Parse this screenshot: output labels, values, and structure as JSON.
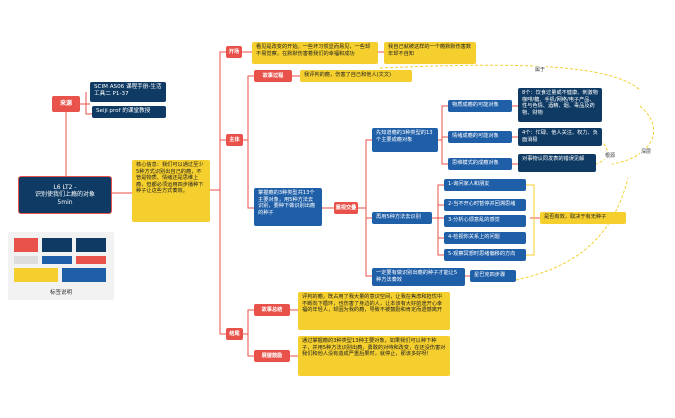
{
  "root": {
    "line1": "L6 LT2 -",
    "line2": "识别使我们上瘾的对象",
    "line3": "5min"
  },
  "source": {
    "label": "来源",
    "item1": "SCIM AS06 课程手册-生活工具二 P1-37",
    "item2": "Seiji prof 的课堂教授"
  },
  "core_message": "核心信息：我们可以通过至少5种方式识别出自己的瘾，不管是物质、情绪还是思维上瘾，但都必须运用四步播种下种子让这些方式奏效。",
  "thumbnail_caption": "标签说明",
  "opening": {
    "label": "开场",
    "text1": "看见是改变的开始。一些坏习惯显而易见，一些却不易觉察，在默默伤害着我们的幸福和成功",
    "text2": "我自己就被这样的一个瘾默默伤害数年却不自知"
  },
  "main": {
    "label": "主体",
    "story_label": "故事过程",
    "story_text": "我评判的瘾，伤害了自己和他人(文文)",
    "belongs_label": "属于",
    "summary": "掌握瘾的3种类型共13个主要对象，用5种方法去识别，要种下做识别出瘾的种子",
    "focus_label": "重视交叠",
    "learn3": "先知道瘾的3种类型的13个主要成瘾对象",
    "substance": "物质成瘾的可能对象",
    "substance_detail": "8个：饮食过量或不健康、刺激物 咖啡/糖、手机/网络/电子产品、性与色情、酒精、烟、毒品及药物、财物",
    "emotion": "情绪成瘾的可能对象",
    "emotion_detail": "4个：忙碌、他人关注、权力、负面消极",
    "thinking": "思维模式的成瘾对象",
    "thinking_detail": "对事物认同发表的错误见解",
    "deep_label": "深层",
    "root_label": "根源",
    "use5": "再用5种方法去识别",
    "methods": [
      "1-询问家人和朋友",
      "2-当不开心时暂停并回溯思绪",
      "3-分析心烦意乱的感觉",
      "4-检视你关系上的问题",
      "5-观察冥想时思绪偏移的方向"
    ],
    "plant_text": "一定要有做识别出瘾的种子才能让5种方法奏效",
    "four_steps": "星巴克四步骤",
    "effect": "是否有效，取决于有无种子"
  },
  "conclusion": {
    "label": "结尾",
    "story_summary_label": "故事总结",
    "story_summary": "评判的瘾，既占用了我大量的意识空间，让我在焦虑和担忧中不断向下循环，也伤害了身边的人，让本该有大好前途开心幸福的年轻人，却因为我的瘾，导致不被鼓励和肯定而遗憾离开",
    "encourage_label": "展望鼓励",
    "encourage": "通过掌握瘾的3种类型13种主要对象，如果我们可以种下种子，并用5种方法识别出瘾，勇敢的对峙和改变，在还没伤害对我们和他人没有造成严重后果时，就停止，那该多好呀！"
  },
  "colors": {
    "red": "#e8524a",
    "blue": "#1f5fa8",
    "navy": "#0e3a63",
    "yellow": "#f5cf2e",
    "line": "#e8524a",
    "dashed": "#f5cf2e"
  }
}
